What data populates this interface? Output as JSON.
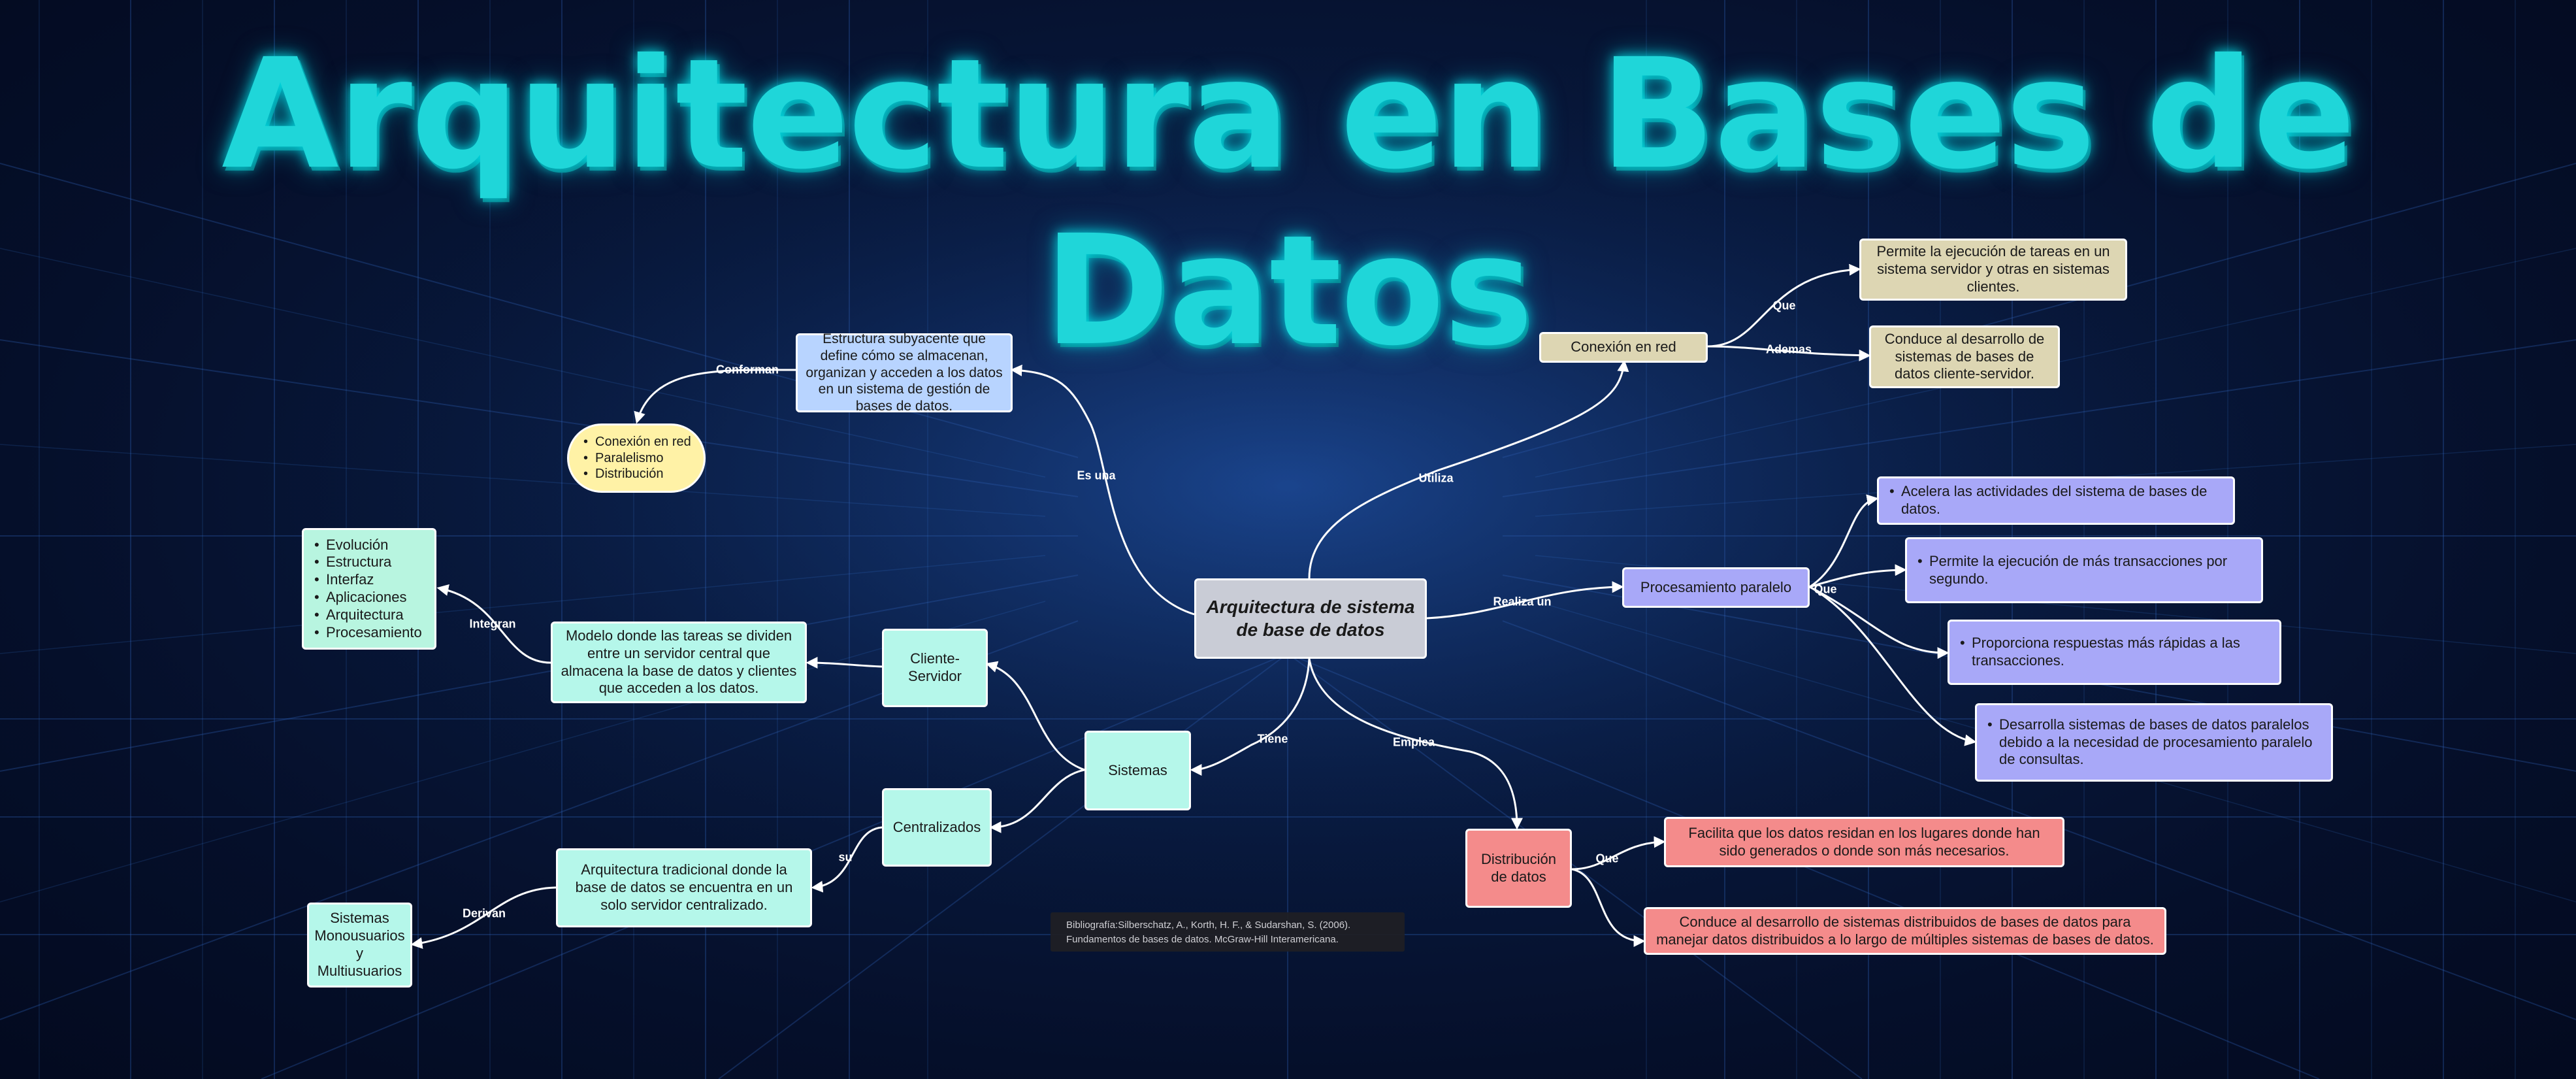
{
  "title": "Arquitectura en Bases de Datos",
  "nodes": {
    "center": "Arquitectura de sistema de base de datos",
    "estructura": "Estructura subyacente que define cómo se almacenan, organizan y acceden a los datos en un sistema de gestión de bases de datos.",
    "conformanList": [
      "Conexión en red",
      "Paralelismo",
      "Distribución"
    ],
    "integranList": [
      "Evolución",
      "Estructura",
      "Interfaz",
      "Aplicaciones",
      "Arquitectura",
      "Procesamiento"
    ],
    "modelo": "Modelo donde las tareas se dividen entre un servidor central que almacena la base de datos y clientes que acceden a los datos.",
    "clienteServidor": "Cliente-Servidor",
    "sistemas": "Sistemas",
    "centralizados": "Centralizados",
    "arqTradicional": "Arquitectura tradicional donde la base de datos se encuentra en un solo servidor centralizado.",
    "sistemasMono": "Sistemas Monousuarios y Multiusuarios",
    "conexionRed": "Conexión en red",
    "permiteEjecucion": "Permite la ejecución de tareas en un sistema servidor y otras en sistemas clientes.",
    "conduceClienteServidor": "Conduce al desarrollo de sistemas de bases de datos cliente-servidor.",
    "procesamientoParalelo": "Procesamiento paralelo",
    "par1": "Acelera las actividades del sistema de bases de datos.",
    "par2": "Permite la ejecución de más transacciones por segundo.",
    "par3": "Proporciona respuestas más rápidas a las transacciones.",
    "par4": "Desarrolla sistemas de bases de datos paralelos debido a la necesidad de procesamiento paralelo de consultas.",
    "distribucion": "Distribución de datos",
    "dist1": "Facilita que los datos residan en los lugares donde han sido generados o donde son más necesarios.",
    "dist2": "Conduce al desarrollo de sistemas distribuidos de bases de datos para manejar datos distribuidos a lo largo de múltiples sistemas de bases de datos."
  },
  "labels": {
    "conforman": "Conforman",
    "esUna": "Es una",
    "integran": "Integran",
    "tiene": "Tiene",
    "su": "su",
    "derivan": "Derivan",
    "utiliza": "Utiliza",
    "que1": "Que",
    "ademas": "Ademas",
    "realizaUn": "Realiza un",
    "que2": "Que",
    "emplea": "Emplea",
    "que3": "Que"
  },
  "bibliography": [
    "Bibliografía:Silberschatz, A., Korth, H. F., & Sudarshan, S. (2006).",
    "Fundamentos de bases de datos. McGraw-Hill Interamericana."
  ]
}
